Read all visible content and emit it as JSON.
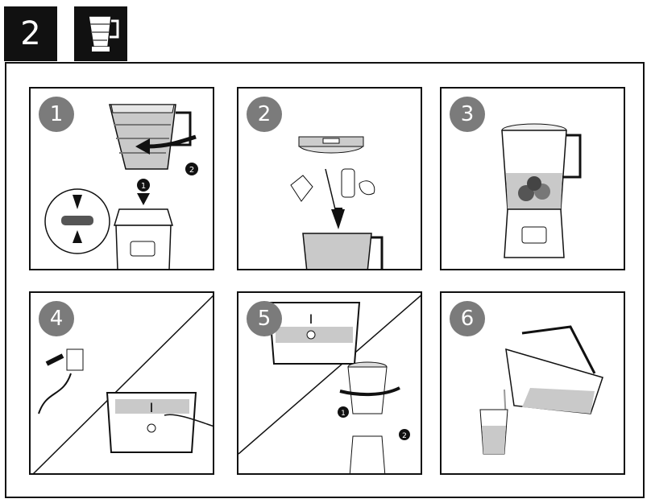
{
  "section": {
    "number": "2",
    "icon": "blender-jar-icon"
  },
  "steps": [
    {
      "label": "1",
      "callouts": [
        "1",
        "2"
      ]
    },
    {
      "label": "2"
    },
    {
      "label": "3"
    },
    {
      "label": "4",
      "switch_label": "I",
      "switch_off": "O"
    },
    {
      "label": "5",
      "switch_label": "I",
      "switch_off": "O",
      "callouts": [
        "1",
        "2"
      ]
    },
    {
      "label": "6"
    }
  ],
  "colors": {
    "ink": "#111111",
    "shade": "#7b7b7b",
    "fill_light": "#c9c9c9"
  }
}
